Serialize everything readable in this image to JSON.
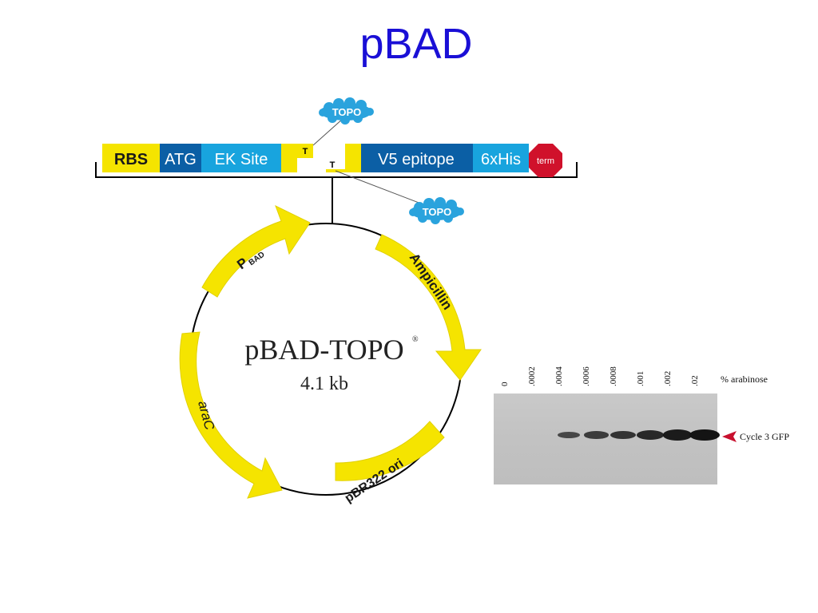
{
  "title": "pBAD",
  "cassette": {
    "rbs": "RBS",
    "atg": "ATG",
    "ek_site": "EK Site",
    "t_left": "T",
    "t_right": "T",
    "v5": "V5 epitope",
    "his": "6xHis",
    "term": "term",
    "topo_top": "TOPO",
    "topo_bottom": "TOPO"
  },
  "plasmid": {
    "name": "pBAD-TOPO",
    "registered": "®",
    "size": "4.1 kb",
    "pbad_p": "P",
    "pbad_sub": "BAD",
    "ampicillin": "Ampicillin",
    "arac": "araC",
    "ori": "pBR322 ori"
  },
  "gel": {
    "lanes": [
      "0",
      ".0002",
      ".0004",
      ".0006",
      ".0008",
      ".001",
      ".002",
      ".02"
    ],
    "band_intensity": [
      0,
      0,
      0.35,
      0.5,
      0.6,
      0.75,
      0.9,
      1.0
    ],
    "axis_label": "% arabinose",
    "band_label": "Cycle 3 GFP"
  },
  "colors": {
    "title": "#1a0fd6",
    "yellow": "#f5e400",
    "dark_blue": "#0b5fa5",
    "light_blue": "#18a4de",
    "term_red": "#d0112b",
    "topo_blue": "#2aa3dd",
    "arrow_red": "#c8102e"
  }
}
